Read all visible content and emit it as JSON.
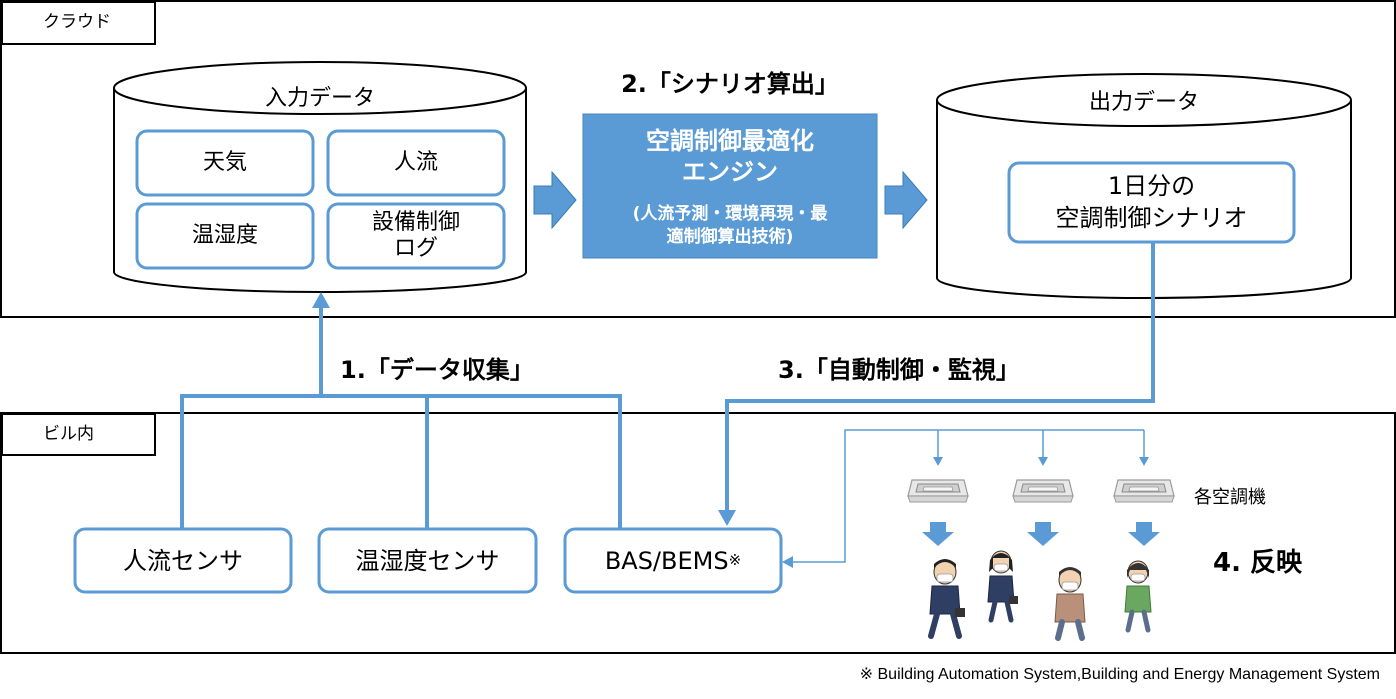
{
  "zones": {
    "cloud_label": "クラウド",
    "building_label": "ビル内"
  },
  "input_db": {
    "title": "入力データ",
    "items": [
      "天気",
      "人流",
      "温湿度",
      "設備制御\nログ"
    ]
  },
  "engine": {
    "step_label": "2.「シナリオ算出」",
    "title": "空調制御最適化\nエンジン",
    "subtitle": "(人流予測・環境再現・最\n適制御算出技術)"
  },
  "output_db": {
    "title": "出力データ",
    "item": "1日分の\n空調制御シナリオ"
  },
  "steps": {
    "collect": "1.「データ収集」",
    "control": "3.「自動制御・監視」",
    "reflect": "4. 反映"
  },
  "sensors": {
    "people_flow": "人流センサ",
    "temp_humidity": "温湿度センサ",
    "bas_bems": "BAS/BEMS",
    "bas_mark": "※"
  },
  "hvac": {
    "label": "各空調機"
  },
  "footnote": "※ Building Automation System,Building and Energy Management System",
  "colors": {
    "accent_blue": "#5b9bd5",
    "box_border": "#5b9bd5",
    "engine_fill": "#5b9bd5",
    "black": "#000000"
  }
}
